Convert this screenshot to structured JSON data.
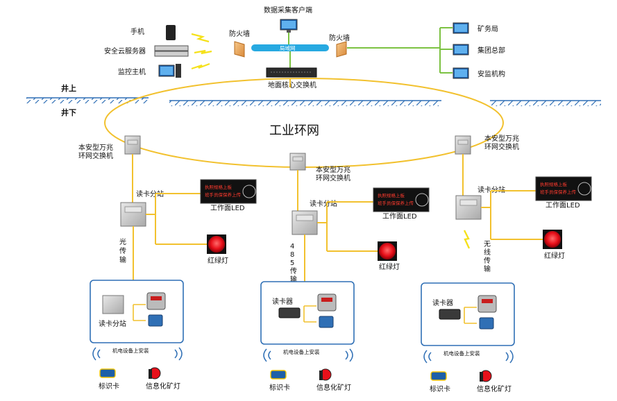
{
  "top": {
    "client": "数据采集客户端",
    "phone": "手机",
    "cloud_server": "安全云服务器",
    "monitor_host": "监控主机",
    "firewall_left": "防火墙",
    "firewall_right": "防火墙",
    "lan": "局域网",
    "core_switch": "地面核心交换机",
    "mining_bureau": "矿务局",
    "group_hq": "集团总部",
    "safety_agency": "安监机构"
  },
  "ground": {
    "above": "井上",
    "below": "井下"
  },
  "ring": {
    "title": "工业环网",
    "switch_left": [
      "本安型万兆",
      "环网交换机"
    ],
    "switch_center": [
      "本安型万兆",
      "环网交换机"
    ],
    "switch_right": [
      "本安型万兆",
      "环网交换机"
    ]
  },
  "branches": {
    "left": {
      "reader_station": "读卡分站",
      "led_label": "工作面LED",
      "led_text": [
        "执照规格上板",
        "班手员保保养上传"
      ],
      "light_label": "红绿灯",
      "transmission": [
        "光",
        "传",
        "输"
      ],
      "box_device": "读卡分站",
      "install_note": "机电设备上安装",
      "card": "标识卡",
      "lamp": "信息化矿灯"
    },
    "center": {
      "reader_station": "读卡分站",
      "led_label": "工作面LED",
      "led_text": [
        "执照规格上板",
        "班手员保保养上传"
      ],
      "light_label": "红绿灯",
      "transmission": [
        "4",
        "8",
        "5",
        "传",
        "输"
      ],
      "box_device": "读卡器",
      "install_note": "机电设备上安装",
      "card": "标识卡",
      "lamp": "信息化矿灯"
    },
    "right": {
      "reader_station": "读卡分站",
      "led_label": "工作面LED",
      "led_text": [
        "执照规格上板",
        "班手员保保养上传"
      ],
      "light_label": "红绿灯",
      "transmission": [
        "无",
        "线",
        "传",
        "输"
      ],
      "box_device": "读卡器",
      "install_note": "机电设备上安装",
      "card": "标识卡",
      "lamp": "信息化矿灯"
    }
  },
  "colors": {
    "ring": "#f2c12e",
    "green_line": "#7cc242",
    "ground_line": "#2f6fb5",
    "lan_bar": "#27a9e1",
    "box_border": "#2f6fb5",
    "signal": "#f5e11b",
    "led_text": "#ff3b2e",
    "light_red": "#e8101a"
  }
}
